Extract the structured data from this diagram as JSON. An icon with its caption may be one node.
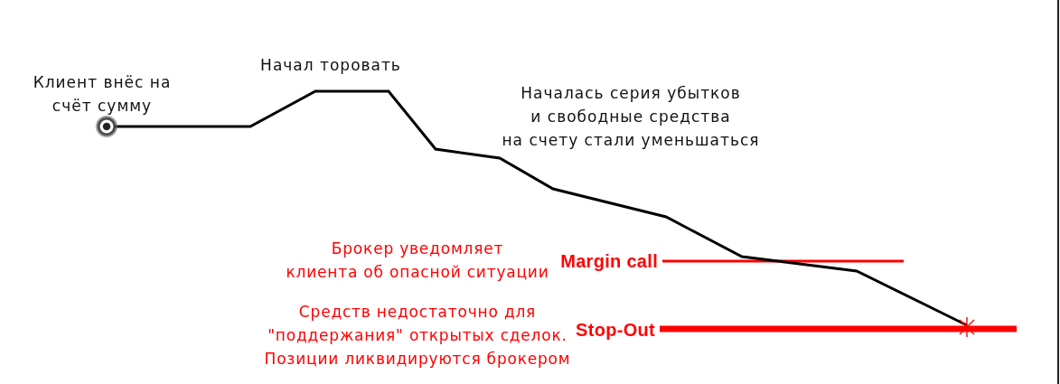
{
  "diagram": {
    "labels": [
      "Клиент внёс на счёт сумму",
      "Начал торовать",
      "Началась серия убытков и свободные средства на счету стали уменьшаться",
      "Брокер уведомляет клиента об опасной ситуации",
      "Margin call",
      "Средств недостаточно для \"поддержания\" открытых сделок. Позиции ликвидируются брокером",
      "Stop-Out"
    ]
  }
}
